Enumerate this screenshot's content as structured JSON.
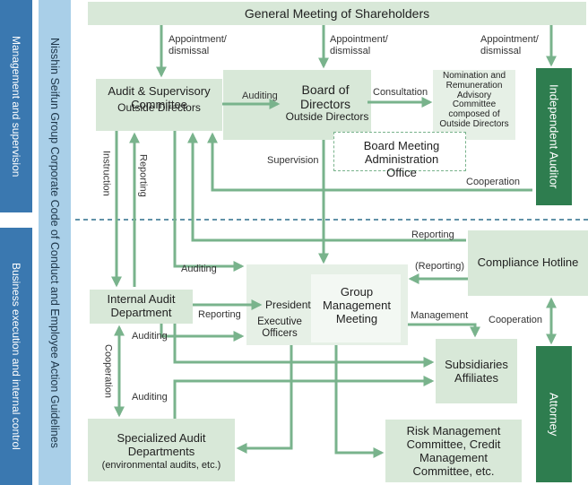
{
  "left_band": {
    "top_label": "Management and supervision",
    "bottom_label": "Business execution and internal control"
  },
  "code_label": "Nisshin Seifun Group Corporate Code of Conduct and Employee Action Guidelines",
  "boxes": {
    "shareholders": "General Meeting of Shareholders",
    "audit_committee": "Audit & Supervisory Committee",
    "audit_committee_sub": "Outside Directors",
    "board": "Board of Directors",
    "board_sub": "Outside Directors",
    "nomination": "Nomination and Remuneration Advisory Committee composed of Outside Directors",
    "board_office": "Board Meeting Administration Office",
    "independent_auditor": "Independent Auditor",
    "internal_audit": "Internal Audit Department",
    "president": "President",
    "executive_officers": "Executive Officers",
    "group_meeting": "Group Management Meeting",
    "compliance": "Compliance Hotline",
    "subsidiaries": "Subsidiaries Affiliates",
    "specialized_audit": "Specialized Audit Departments",
    "specialized_audit_sub": "(environmental audits, etc.)",
    "risk": "Risk Management Committee, Credit Management Committee, etc.",
    "attorney": "Attorney"
  },
  "arrow_labels": {
    "appointment": "Appointment/ dismissal",
    "auditing": "Auditing",
    "consultation": "Consultation",
    "instruction": "Instruction",
    "reporting": "Reporting",
    "supervision": "Supervision",
    "cooperation": "Cooperation",
    "reporting_paren": "(Reporting)",
    "management": "Management"
  },
  "colors": {
    "box_fill": "#d8e8d8",
    "arrow": "#79b38c",
    "dark_green": "#2e7d4f",
    "blue": "#3a78b0",
    "light_blue": "#a9cfe8",
    "divider": "#2d6e8c"
  }
}
